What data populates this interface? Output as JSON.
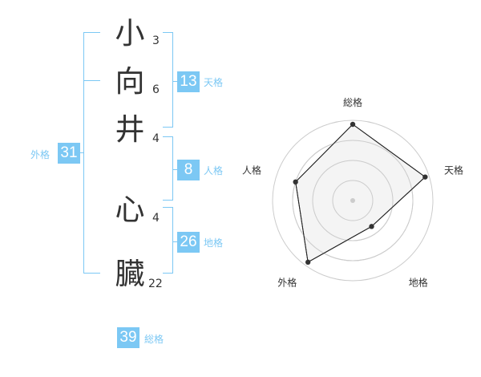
{
  "name_chars": [
    {
      "char": "小",
      "strokes": "3"
    },
    {
      "char": "向",
      "strokes": "6"
    },
    {
      "char": "井",
      "strokes": "4"
    },
    {
      "char": "心",
      "strokes": "4"
    },
    {
      "char": "臓",
      "strokes": "22"
    }
  ],
  "fortunes": {
    "tenkaku": {
      "value": "13",
      "label": "天格"
    },
    "jinkaku": {
      "value": "8",
      "label": "人格"
    },
    "chikaku": {
      "value": "26",
      "label": "地格"
    },
    "gaikaku": {
      "value": "31",
      "label": "外格"
    },
    "soukaku": {
      "value": "39",
      "label": "総格"
    }
  },
  "chart_data": {
    "type": "radar",
    "axes": [
      "総格",
      "天格",
      "地格",
      "外格",
      "人格"
    ],
    "values": [
      0.95,
      0.95,
      0.4,
      0.95,
      0.75
    ],
    "range": [
      0,
      1
    ],
    "rings": 4,
    "colors": {
      "fill": "#f2f2f2",
      "line": "#222222",
      "grid": "#cccccc",
      "center": "#cccccc"
    }
  },
  "colors": {
    "accent": "#7cc8f4",
    "text": "#333333"
  }
}
